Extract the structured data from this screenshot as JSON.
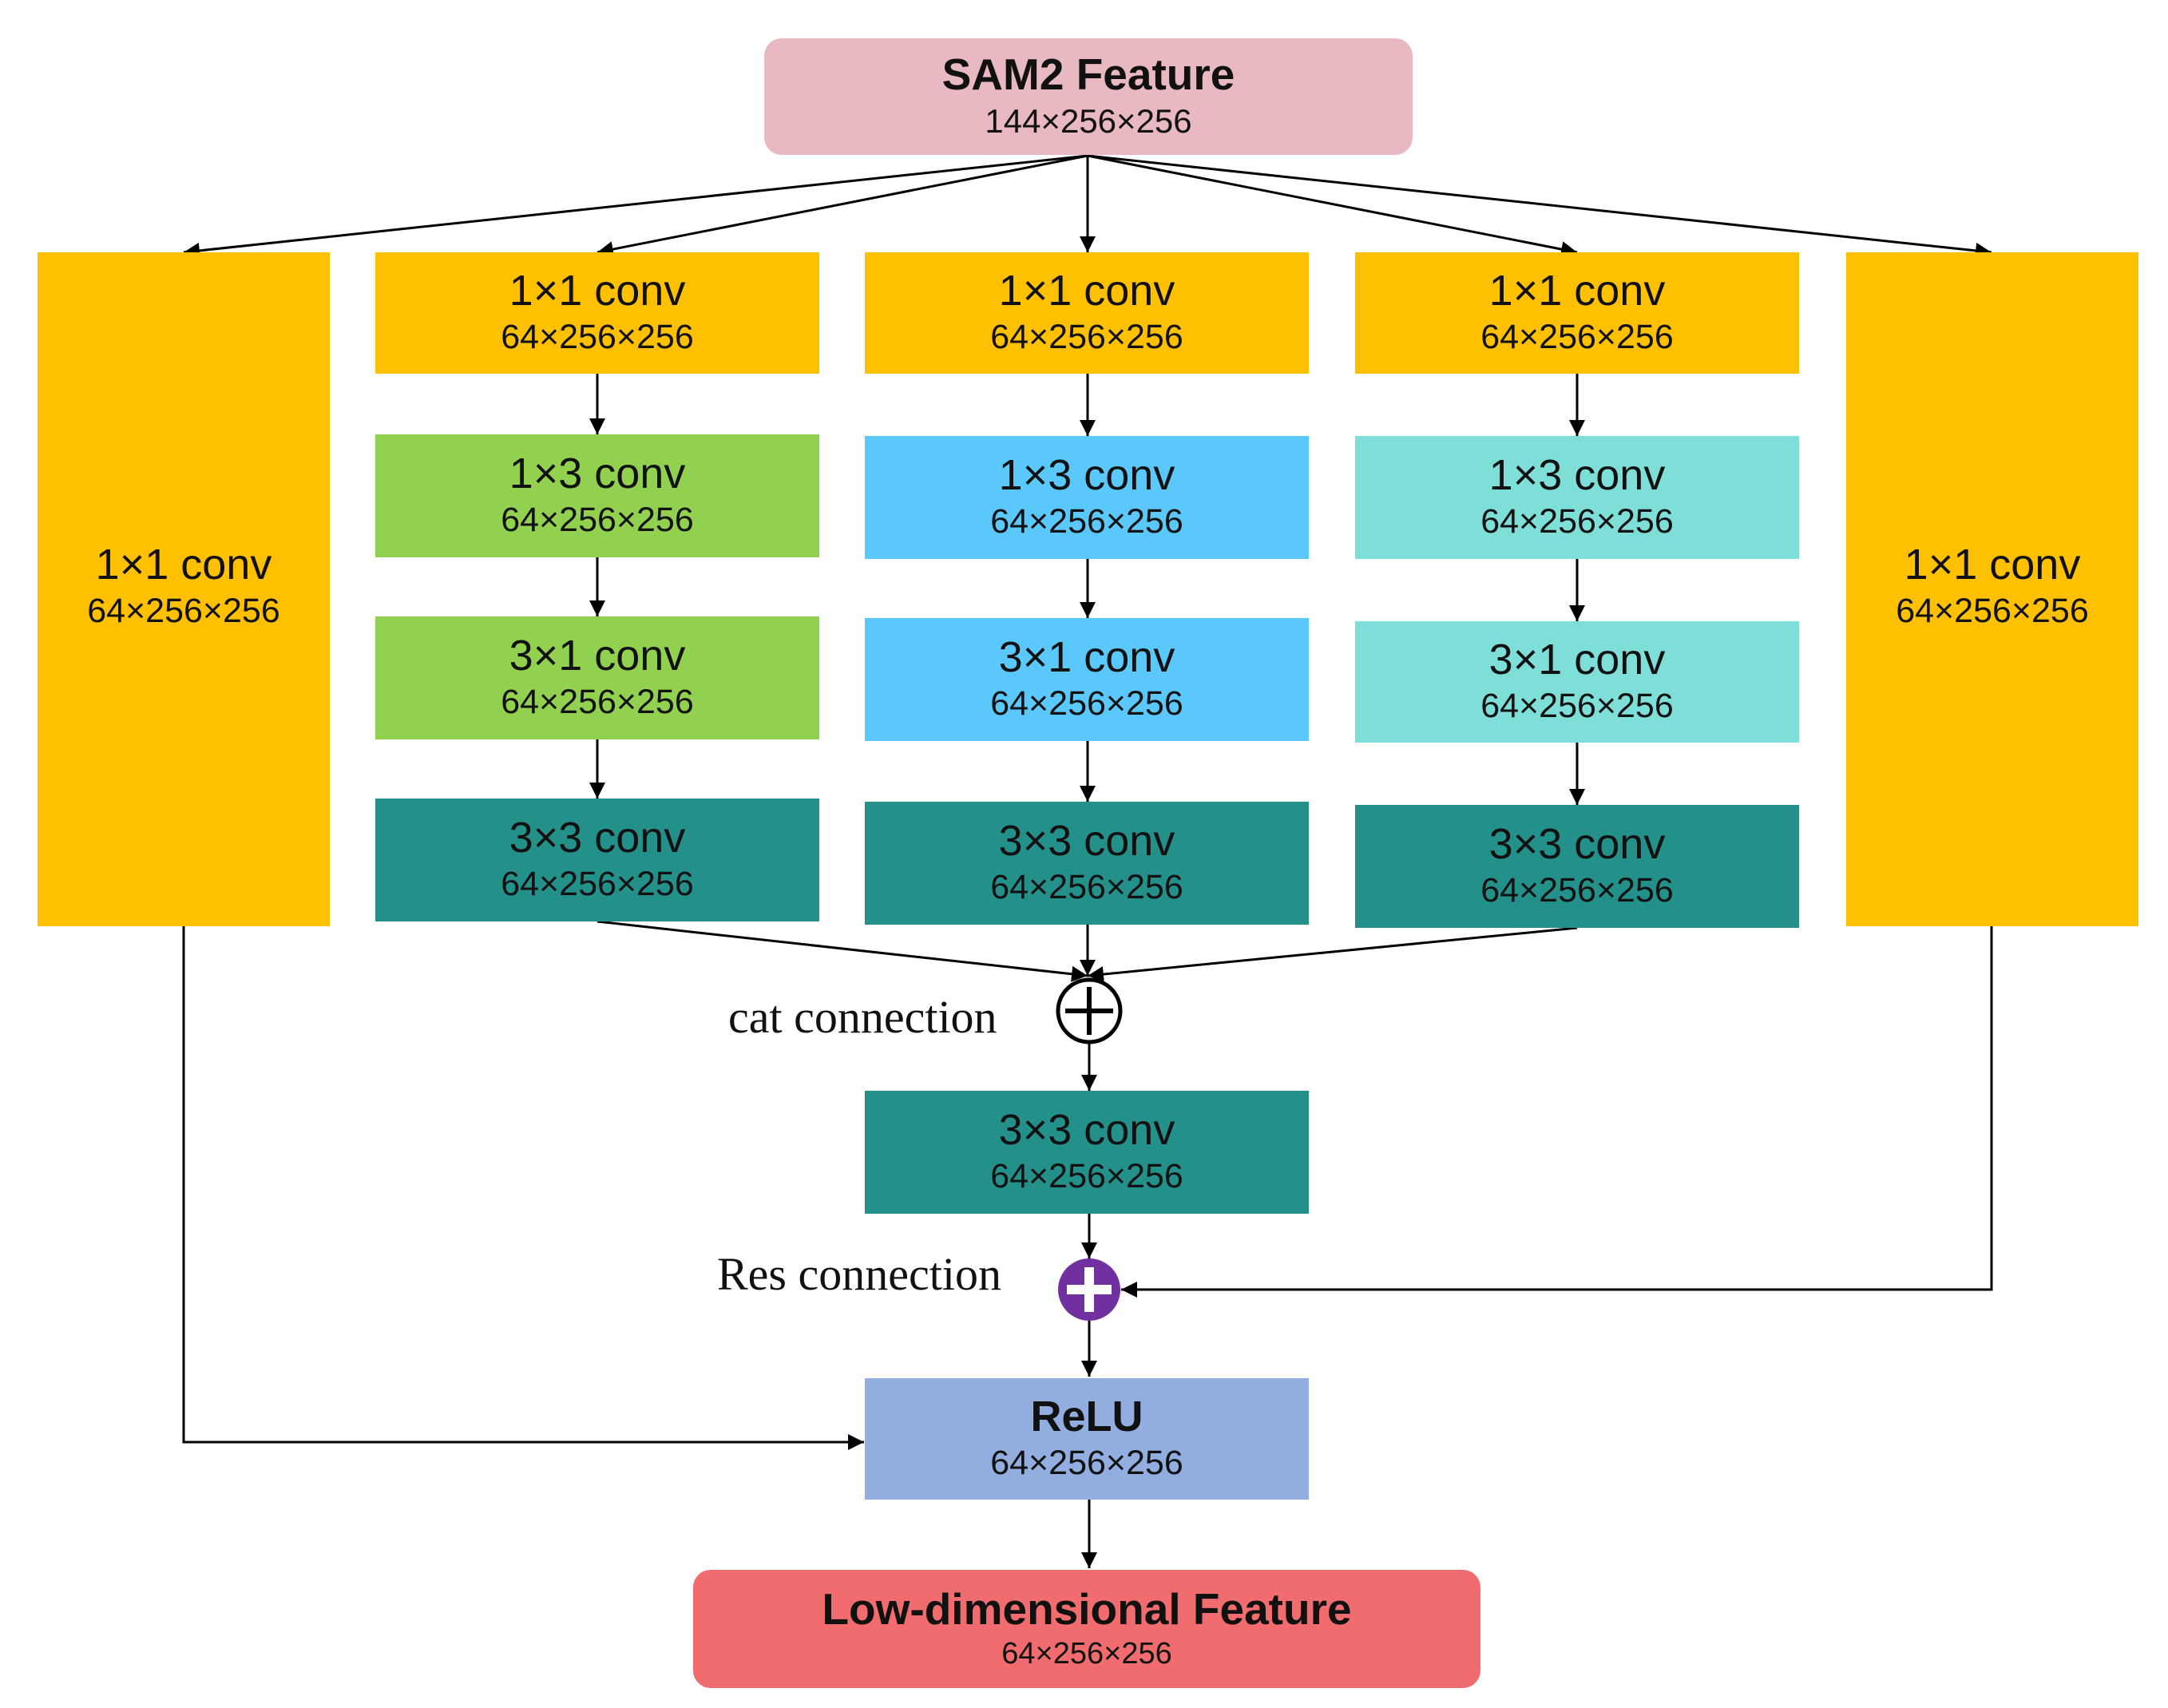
{
  "colors": {
    "top": "#E8B9C1",
    "yellow": "#FFC000",
    "green": "#92D050",
    "sky": "#5BC8FC",
    "aqua": "#7EDFD9",
    "teal": "#239089",
    "relu": "#92AEE0",
    "bottom": "#F06C6E",
    "res_circle": "#7030A0",
    "line": "#000000"
  },
  "nodes": {
    "sam2": {
      "label": "SAM2 Feature",
      "dim": "144×256×256"
    },
    "side_left": {
      "label": "1×1 conv",
      "dim": "64×256×256"
    },
    "side_right": {
      "label": "1×1 conv",
      "dim": "64×256×256"
    },
    "b1": [
      {
        "label": "1×1 conv",
        "dim": "64×256×256"
      },
      {
        "label": "1×3 conv",
        "dim": "64×256×256"
      },
      {
        "label": "3×1 conv",
        "dim": "64×256×256"
      },
      {
        "label": "3×3 conv",
        "dim": "64×256×256"
      }
    ],
    "b2": [
      {
        "label": "1×1 conv",
        "dim": "64×256×256"
      },
      {
        "label": "1×3 conv",
        "dim": "64×256×256"
      },
      {
        "label": "3×1 conv",
        "dim": "64×256×256"
      },
      {
        "label": "3×3 conv",
        "dim": "64×256×256"
      }
    ],
    "b3": [
      {
        "label": "1×1 conv",
        "dim": "64×256×256"
      },
      {
        "label": "1×3 conv",
        "dim": "64×256×256"
      },
      {
        "label": "3×1 conv",
        "dim": "64×256×256"
      },
      {
        "label": "3×3 conv",
        "dim": "64×256×256"
      }
    ],
    "fuse": {
      "label": "3×3 conv",
      "dim": "64×256×256"
    },
    "relu": {
      "label": "ReLU",
      "dim": "64×256×256"
    },
    "low": {
      "label": "Low-dimensional Feature",
      "dim": "64×256×256"
    }
  },
  "annotations": {
    "cat": "cat connection",
    "res": "Res connection"
  }
}
